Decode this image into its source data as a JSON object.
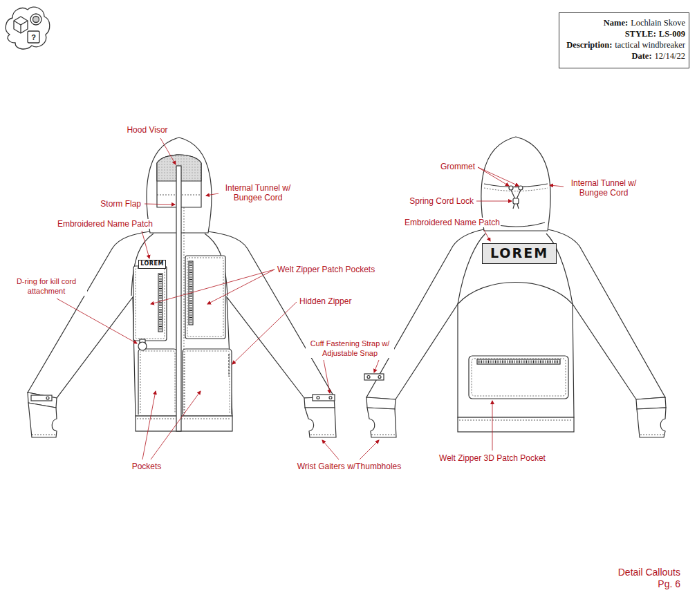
{
  "diagram": {
    "nodes": [
      {
        "text": [
          "Name:",
          "Lochlain Skove",
          "STYLE:",
          "LS-009",
          "Description:",
          "tactical windbreaker",
          "Date:",
          "12/14/22"
        ]
      },
      {
        "text": [
          "LOREM"
        ]
      },
      {
        "text": [
          "LOREM"
        ]
      }
    ],
    "labels": [
      "?",
      "Hood Visor",
      "Internal Tunnel w/ Bungee Cord",
      "Storm Flap",
      "Embroidered Name Patch",
      "D-ring for kill cord attachment",
      "Welt Zipper Patch Pockets",
      "Hidden Zipper",
      "Cuff Fastening Strap w/ Adjustable Snap",
      "Pockets",
      "Wrist Gaiters w/Thumbholes",
      "Grommet",
      "Spring Cord Lock",
      "Internal Tunnel w/ Bungee Cord",
      "Embroidered Name Patch",
      "Welt Zipper 3D Patch Pocket",
      "Detail Callouts",
      "Pg. 6"
    ]
  }
}
